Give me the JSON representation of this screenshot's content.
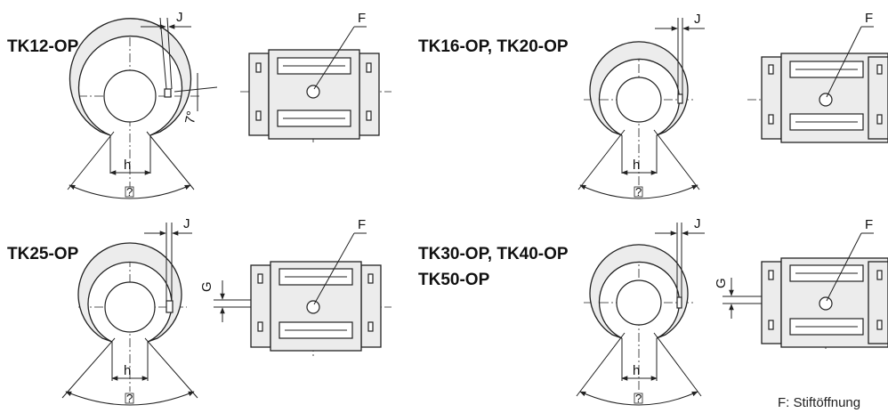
{
  "diagrams": [
    {
      "title": "TK12-OP",
      "title2": "",
      "h": "h",
      "j": "J",
      "f": "F",
      "angle": "7°",
      "symbol": "?"
    },
    {
      "title": "TK16-OP, TK20-OP",
      "title2": "",
      "h": "h",
      "j": "J",
      "f": "F",
      "symbol": "?"
    },
    {
      "title": "TK25-OP",
      "title2": "",
      "h": "h",
      "j": "J",
      "f": "F",
      "g": "G",
      "symbol": "?"
    },
    {
      "title": "TK30-OP, TK40-OP",
      "title2": "TK50-OP",
      "h": "h",
      "j": "J",
      "f": "F",
      "g": "G",
      "symbol": "?"
    }
  ],
  "footnote": "F: Stiftöffnung"
}
